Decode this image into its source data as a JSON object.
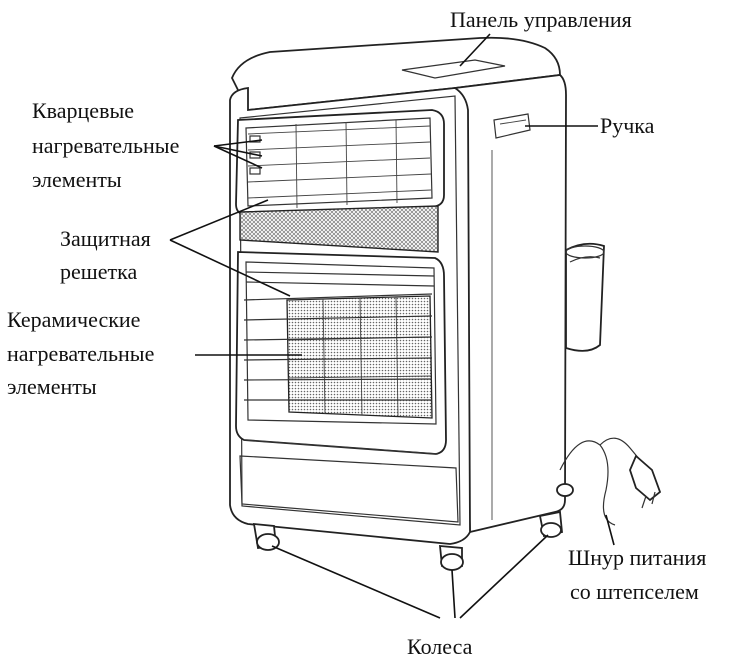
{
  "labels": {
    "control_panel": "Панель управления",
    "handle": "Ручка",
    "quartz_1": "Кварцевые",
    "quartz_2": "нагревательные",
    "quartz_3": "элементы",
    "grille_1": "Защитная",
    "grille_2": "решетка",
    "ceramic_1": "Керамические",
    "ceramic_2": "нагревательные",
    "ceramic_3": "элементы",
    "cord_1": "Шнур питания",
    "cord_2": "со штепселем",
    "wheels": "Колеса"
  },
  "colors": {
    "line": "#111111",
    "background": "#ffffff",
    "mesh": "#777777"
  }
}
